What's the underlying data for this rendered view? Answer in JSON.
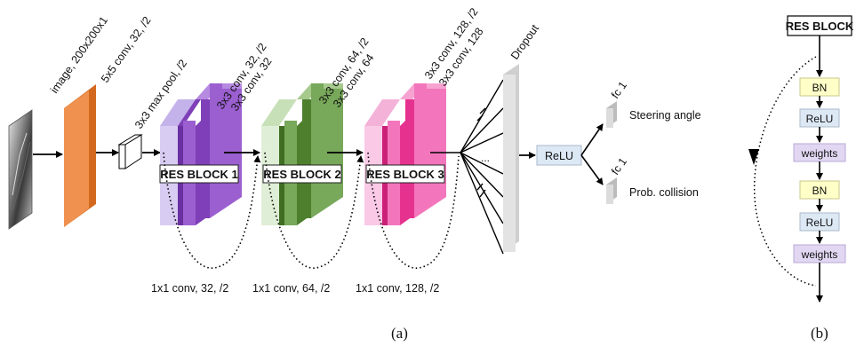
{
  "panel_a": {
    "input_label": "image, 200x200x1",
    "conv1_label": "5x5 conv, 32, /2",
    "pool_label": "3x3 max pool, /2",
    "block1": {
      "name": "RES BLOCK 1",
      "conv_a": "3x3 conv, 32, /2",
      "conv_b": "3x3 conv, 32",
      "skip": "1x1 conv, 32, /2"
    },
    "block2": {
      "name": "RES BLOCK 2",
      "conv_a": "3x3 conv, 64, /2",
      "conv_b": "3x3 conv, 64",
      "skip": "1x1 conv, 64, /2"
    },
    "block3": {
      "name": "RES BLOCK 3",
      "conv_a": "3x3 conv, 128, /2",
      "conv_b": "3x3 conv, 128",
      "skip": "1x1 conv, 128, /2"
    },
    "dropout_label": "Dropout",
    "ellipsis": "...",
    "relu_label": "ReLU",
    "fc_top_label": "fc 1",
    "fc_bottom_label": "fc 1",
    "output_top": "Steering angle",
    "output_bottom": "Prob. collision",
    "caption": "(a)"
  },
  "panel_b": {
    "title": "RES BLOCK",
    "layers": [
      "BN",
      "ReLU",
      "weights",
      "BN",
      "ReLU",
      "weights"
    ],
    "caption": "(b)"
  },
  "colors": {
    "conv1": "#f0914f",
    "conv1_edge": "#d2691e",
    "block1_light": "#d8ccf2",
    "block1_mid": "#7e3fb8",
    "block1_dark": "#9b5fd0",
    "block2_light": "#dfeed6",
    "block2_mid": "#4d7f2c",
    "block2_dark": "#78a85a",
    "block3_light": "#f9c9e6",
    "block3_mid": "#e6328f",
    "block3_dark": "#f376bd",
    "bn": "#ffffc8",
    "relu": "#dde8f5",
    "weights": "#e2d7f3",
    "dropout": "#e3e3e3"
  }
}
